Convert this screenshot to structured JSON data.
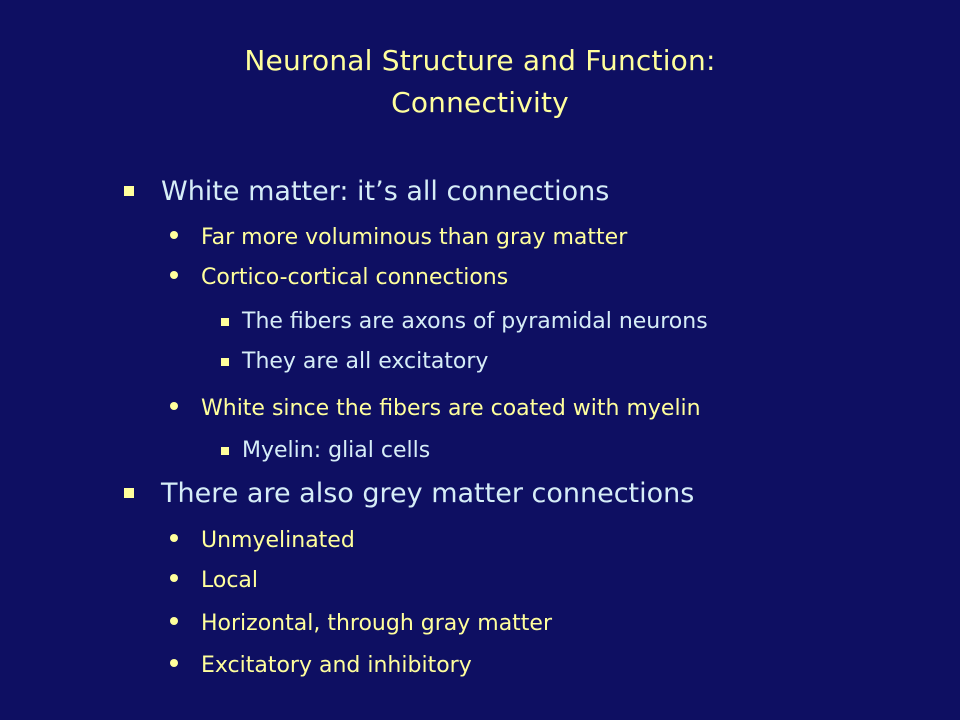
{
  "slide": {
    "title_line1": "Neuronal Structure and Function:",
    "title_line2": "Connectivity",
    "background_color": "#0e0f62",
    "title_color": "#ffff9c",
    "primary_text_color": "#d6edf7",
    "secondary_text_color": "#ffff9c",
    "bullets": [
      {
        "level": 1,
        "text": "White matter: it’s all connections"
      },
      {
        "level": 2,
        "text": "Far more voluminous than gray matter"
      },
      {
        "level": 2,
        "text": "Cortico-cortical connections"
      },
      {
        "level": 3,
        "text": "The fibers are axons of pyramidal neurons"
      },
      {
        "level": 3,
        "text": "They are all excitatory"
      },
      {
        "level": 2,
        "text": "White since the fibers are coated with myelin"
      },
      {
        "level": 3,
        "text": "Myelin: glial cells"
      },
      {
        "level": 1,
        "text": "There are also grey matter connections"
      },
      {
        "level": 2,
        "text": "Unmyelinated"
      },
      {
        "level": 2,
        "text": "Local"
      },
      {
        "level": 2,
        "text": "Horizontal, through gray matter"
      },
      {
        "level": 2,
        "text": "Excitatory and inhibitory"
      }
    ]
  }
}
